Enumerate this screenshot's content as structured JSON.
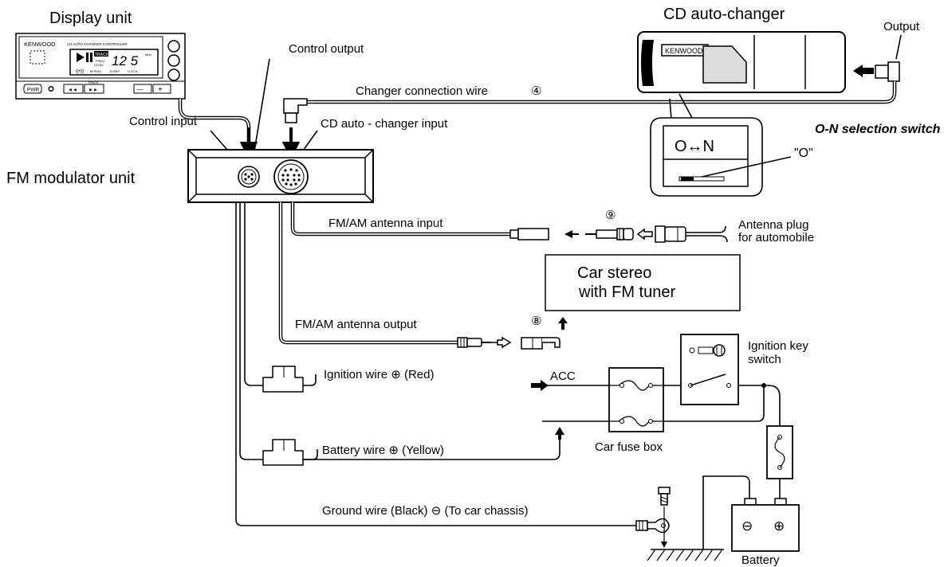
{
  "labels": {
    "display_unit": "Display unit",
    "cd_changer": "CD auto-changer",
    "output": "Output",
    "control_output": "Control output",
    "changer_wire": "Changer connection wire",
    "changer_wire_num": "④",
    "control_input": "Control input",
    "cd_input": "CD auto - changer input",
    "fm_mod": "FM modulator unit",
    "on_switch": "O-N selection switch",
    "on_switch_panel": "O↔N",
    "o_setting": "\"O\"",
    "fm_am_in": "FM/AM antenna input",
    "num9": "⑨",
    "antenna_plug_1": "Antenna plug",
    "antenna_plug_2": "for automobile",
    "car_stereo_1": "Car stereo",
    "car_stereo_2": "with FM tuner",
    "fm_am_out": "FM/AM antenna output",
    "num8": "⑧",
    "ignition_key_1": "Ignition key",
    "ignition_key_2": "switch",
    "ignition_wire": "Ignition wire ⊕ (Red)",
    "acc": "ACC",
    "battery_wire": "Battery wire ⊕ (Yellow)",
    "fuse_box": "Car fuse box",
    "ground_wire": "Ground wire (Black) ⊖ (To car chassis)",
    "battery": "Battery",
    "battery_minus": "⊖",
    "battery_plus": "⊕"
  },
  "display_unit_panel": {
    "brand": "KENWOOD",
    "controller": "CD AUTO CHANGER CONTROLLER",
    "track_badge": "TRACK",
    "freq": "FREQ",
    "level": "LEVEL",
    "digits": "12 5",
    "mhz": "MHz",
    "rdm": "M.RDM",
    "drep": "D.REP",
    "dscn": "D.SCN",
    "pwr": "PWR",
    "track": "TRACK",
    "prev": "◄◄",
    "next": "►►",
    "minus": "—",
    "plus": "+"
  },
  "cd_changer_panel": {
    "brand": "KENWOOD"
  },
  "colors": {
    "line": "#000000",
    "background": "#ffffff",
    "display_dark": "#1a1a1a"
  }
}
